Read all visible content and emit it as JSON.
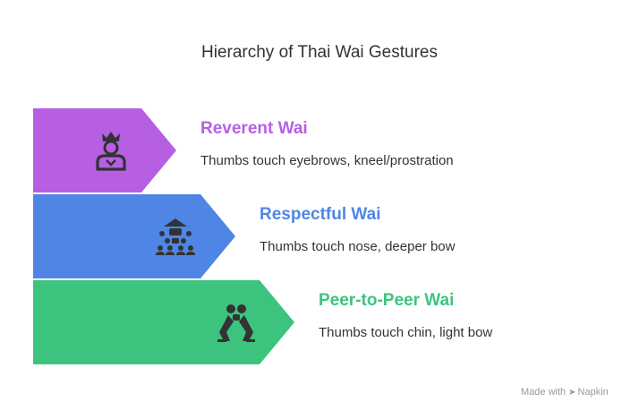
{
  "title": "Hierarchy of Thai Wai Gestures",
  "items": [
    {
      "title": "Reverent Wai",
      "description": "Thumbs touch eyebrows, kneel/prostration",
      "color": "#b75fe3",
      "icon": "crowned-figure-icon"
    },
    {
      "title": "Respectful Wai",
      "description": "Thumbs touch nose, deeper bow",
      "color": "#4f86e5",
      "icon": "group-hierarchy-icon"
    },
    {
      "title": "Peer-to-Peer Wai",
      "description": "Thumbs touch chin, light bow",
      "color": "#3cc47e",
      "icon": "two-people-icon"
    }
  ],
  "watermark": {
    "prefix": "Made with",
    "brand": "Napkin"
  }
}
